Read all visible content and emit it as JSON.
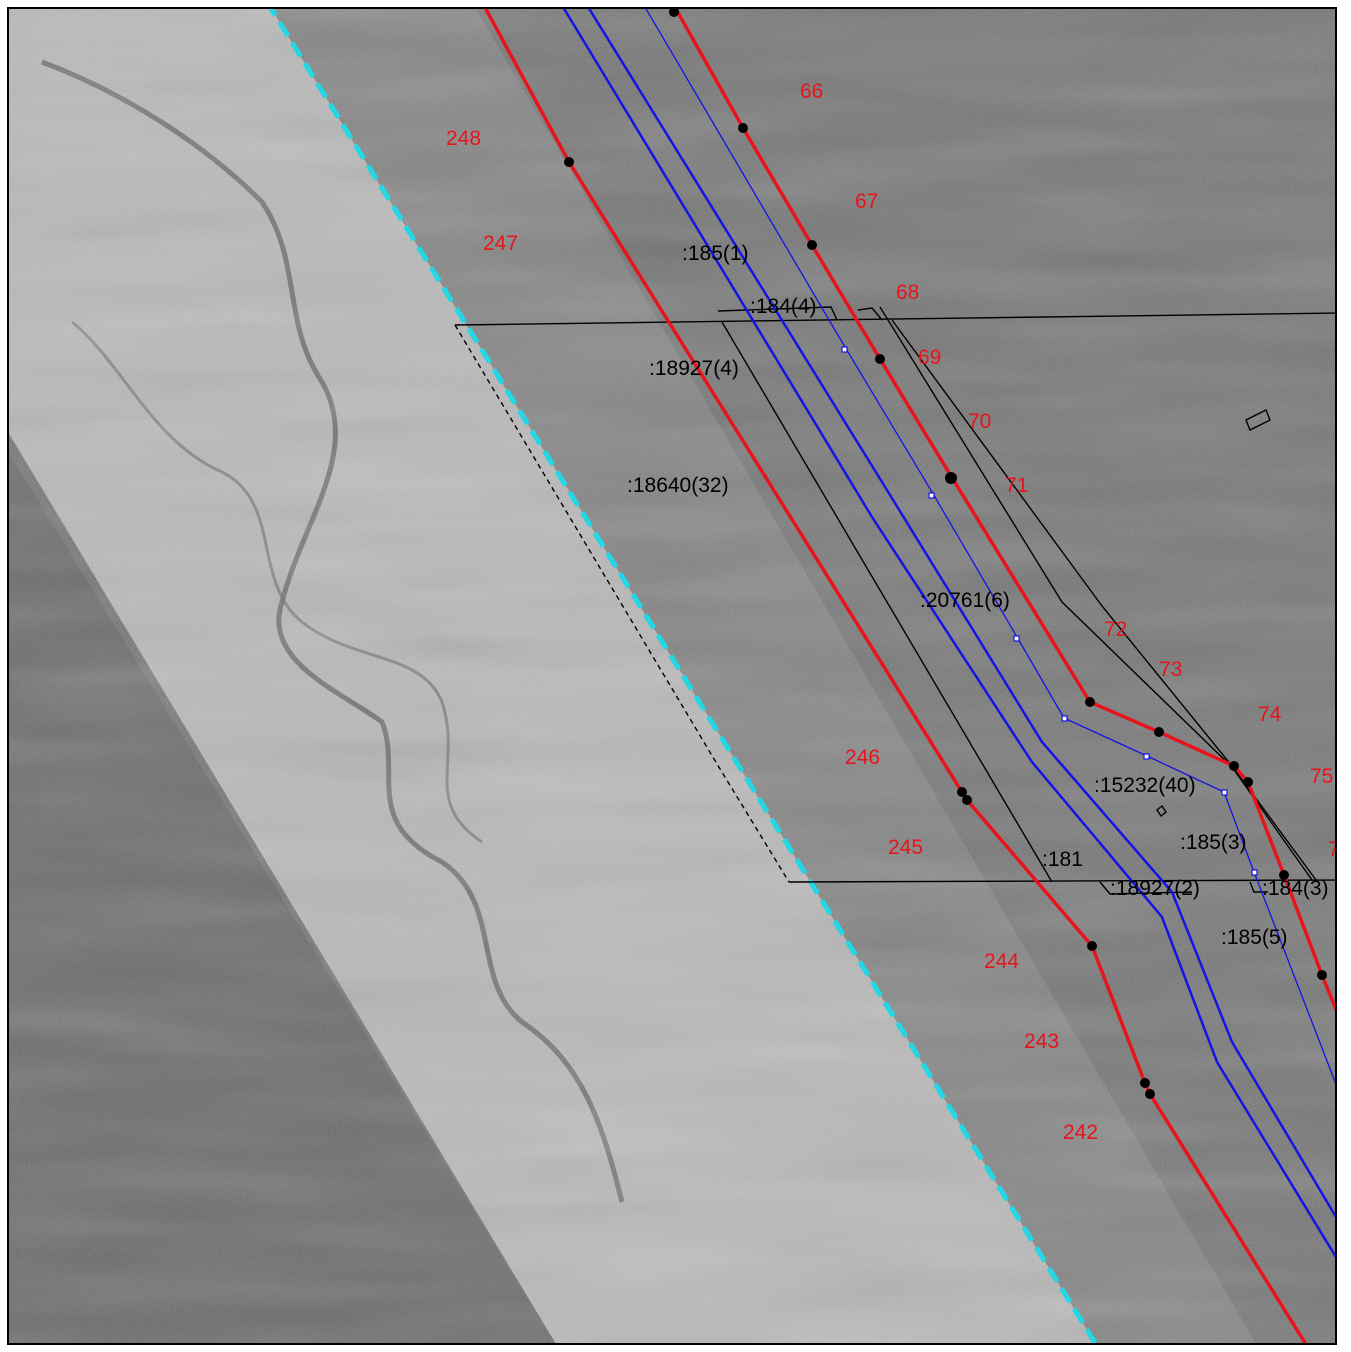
{
  "colors": {
    "boundary_red": "#e8141c",
    "pipeline_blue": "#1414e6",
    "dashed_cyan": "#22d8e6",
    "parcel_black": "#000000"
  },
  "red_labels": {
    "l248": "248",
    "l247": "247",
    "l66": "66",
    "l67": "67",
    "l68": "68",
    "l69": "69",
    "l70": "70",
    "l71": "71",
    "l72": "72",
    "l73": "73",
    "l74": "74",
    "l75": "75",
    "l76": "7",
    "l246": "246",
    "l245": "245",
    "l244": "244",
    "l243": "243",
    "l242": "242"
  },
  "parcel_labels": {
    "p185_1": ":185(1)",
    "p184_4": ":184(4)",
    "p18927_4": ":18927(4)",
    "p18640_32": ":18640(32)",
    "p20761_6": ":20761(6)",
    "p15232_40": ":15232(40)",
    "p185_3": ":185(3)",
    "p181": ":181",
    "p18927_2": ":18927(2)",
    "p184_3": ":184(3)",
    "p185_5": ":185(5)"
  }
}
